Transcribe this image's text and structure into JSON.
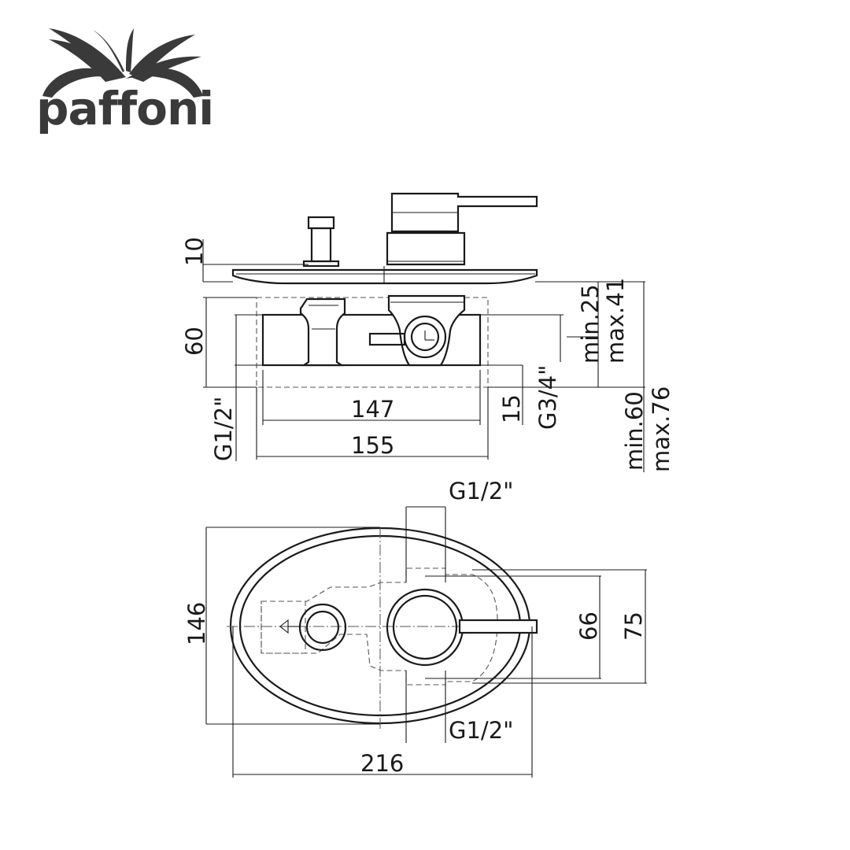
{
  "logo": {
    "brand_text": "paffoni",
    "color": "#3a3a3a",
    "icon": "fan-palm-logo-icon"
  },
  "side_view": {
    "dim_plate_thickness": "10",
    "dim_body_height": "60",
    "dim_width_inner": "147",
    "dim_width_outer": "155",
    "dim_outlet_offset": "15",
    "thread_left": "G1/2\"",
    "thread_right": "G3/4\"",
    "depth_min_1": "min.25",
    "depth_max_1": "max.41",
    "depth_min_2": "min.60",
    "depth_max_2": "max.76"
  },
  "front_view": {
    "thread_top": "G1/2\"",
    "thread_bottom": "G1/2\"",
    "dim_height": "146",
    "dim_width": "216",
    "dim_inner_66": "66",
    "dim_inner_75": "75"
  },
  "colors": {
    "line": "#1a1a1a",
    "logo": "#3a3a3a"
  }
}
